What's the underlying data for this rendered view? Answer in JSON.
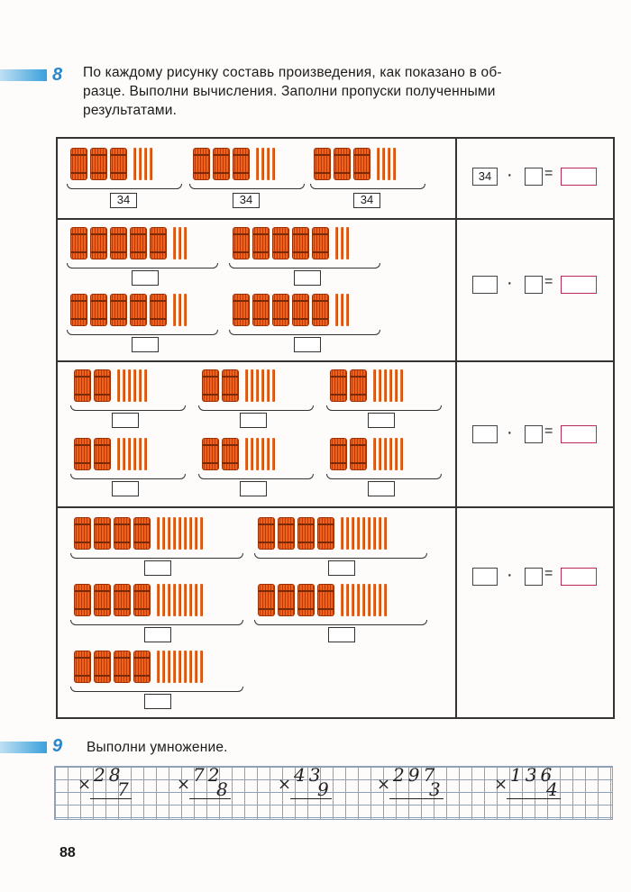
{
  "task8": {
    "number": "8",
    "lines": [
      "По каждому рисунку составь произведения, как показано в об-",
      "разце. Выполни вычисления. Заполни пропуски полученными",
      "результатами."
    ]
  },
  "table": {
    "sample_value": "34",
    "row1_equation_left": "34",
    "dot": "·",
    "equals": "="
  },
  "task9": {
    "number": "9",
    "text": "Выполни умножение.",
    "symbol": "×",
    "problems": [
      {
        "a": "28",
        "b": "7"
      },
      {
        "a": "72",
        "b": "8"
      },
      {
        "a": "43",
        "b": "9"
      },
      {
        "a": "297",
        "b": "3"
      },
      {
        "a": "136",
        "b": "4"
      }
    ]
  },
  "page_number": "88"
}
